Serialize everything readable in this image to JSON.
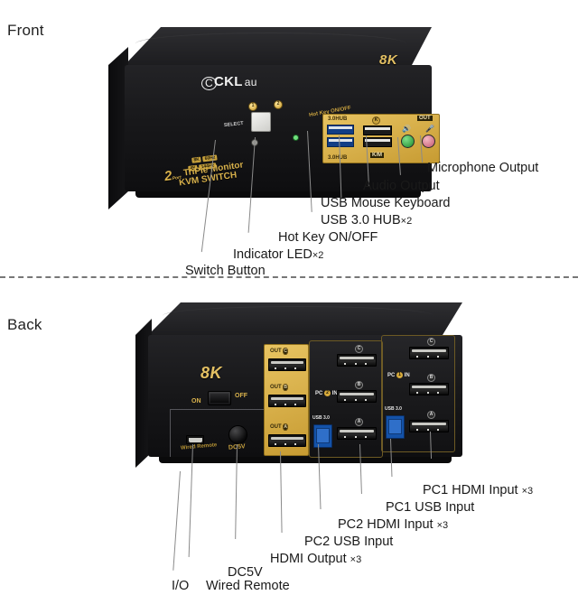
{
  "sections": {
    "front": {
      "label": "Front"
    },
    "back": {
      "label": "Back"
    }
  },
  "front_device": {
    "brand": "CKL",
    "brand_suffix": "au",
    "brand_ring_letter": "C",
    "badge_8k": "8K",
    "select_label": "SELECT",
    "hotkey_label": "Hot Key ON/OFF",
    "led_1": "1",
    "led_2": "2",
    "model_line_1": "TriPle Monitor",
    "model_line_2": "KVM SWITCH",
    "model_prefix": "2",
    "model_prefix_sub": "Port",
    "spec_badges": [
      "8K",
      "60Hz",
      "4K",
      "144Hz"
    ],
    "port_plate": {
      "usb_hub_top_label": "3.0HUB",
      "usb_hub_bottom_label": "3.0HUB",
      "keyboard_mouse_label": "K/M",
      "audio_out_label": "OUT",
      "speaker_icon": "speaker-icon",
      "mic_icon": "microphone-icon",
      "keyboard_icon": "keyboard-icon"
    }
  },
  "front_callouts": [
    {
      "id": "switch-button",
      "text": "Switch Button"
    },
    {
      "id": "indicator-led",
      "text": "Indicator LED",
      "suffix": "×2"
    },
    {
      "id": "hot-key",
      "text": "Hot Key ON/OFF"
    },
    {
      "id": "usb-hub",
      "text": "USB 3.0 HUB",
      "suffix": "×2"
    },
    {
      "id": "usb-mouse-keyboard",
      "text": "USB Mouse Keyboard"
    },
    {
      "id": "audio-output",
      "text": "Audio Output"
    },
    {
      "id": "microphone-output",
      "text": "Microphone Output"
    }
  ],
  "back_device": {
    "badge_8k": "8K",
    "power_on_label": "ON",
    "power_off_label": "OFF",
    "dc_label": "DC5V",
    "wired_remote_label": "Wired Remote",
    "output_plate": {
      "out_c": "OUT",
      "out_b": "OUT",
      "out_a": "OUT",
      "letter_c": "C",
      "letter_b": "B",
      "letter_a": "A"
    },
    "pc2_group": {
      "title_prefix": "PC",
      "title_number": "2",
      "title_suffix": "IN",
      "usb_label": "USB 3.0",
      "hdmi_letters": [
        "C",
        "B",
        "A"
      ]
    },
    "pc1_group": {
      "title_prefix": "PC",
      "title_number": "1",
      "title_suffix": "IN",
      "usb_label": "USB 3.0",
      "hdmi_letters": [
        "C",
        "B",
        "A"
      ]
    }
  },
  "back_callouts": [
    {
      "id": "io",
      "text": "I/O"
    },
    {
      "id": "wired-remote",
      "text": "Wired Remote"
    },
    {
      "id": "dc5v",
      "text": "DC5V"
    },
    {
      "id": "hdmi-output",
      "text": "HDMI Output",
      "suffix": "×3"
    },
    {
      "id": "pc2-usb-input",
      "text": "PC2 USB Input"
    },
    {
      "id": "pc2-hdmi-input",
      "text": "PC2 HDMI Input",
      "suffix": "×3"
    },
    {
      "id": "pc1-usb-input",
      "text": "PC1 USB Input"
    },
    {
      "id": "pc1-hdmi-input",
      "text": "PC1 HDMI Input",
      "suffix": "×3"
    }
  ],
  "colors": {
    "gold": "#d9b24c",
    "plate_gold": "#d9a93c",
    "usb_blue": "#123e86",
    "audio_green": "#2f9c3c",
    "mic_pink": "#d9737f",
    "chassis_black": "#1b1b1d",
    "leader_gray": "#8a8a8a"
  }
}
